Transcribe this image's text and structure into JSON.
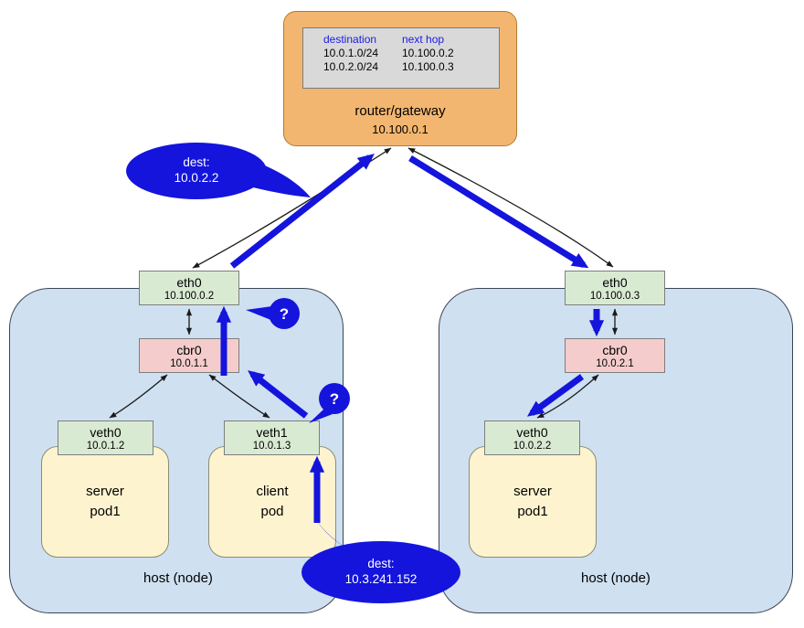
{
  "router": {
    "label": "router/gateway",
    "ip": "10.100.0.1",
    "table": {
      "col1_header": "destination",
      "col2_header": "next hop",
      "rows": [
        {
          "destination": "10.0.1.0/24",
          "next_hop": "10.100.0.2"
        },
        {
          "destination": "10.0.2.0/24",
          "next_hop": "10.100.0.3"
        }
      ]
    }
  },
  "left_host": {
    "label": "host (node)",
    "eth0": {
      "name": "eth0",
      "ip": "10.100.0.2"
    },
    "cbr0": {
      "name": "cbr0",
      "ip": "10.0.1.1"
    },
    "veth0": {
      "name": "veth0",
      "ip": "10.0.1.2"
    },
    "veth1": {
      "name": "veth1",
      "ip": "10.0.1.3"
    },
    "server_pod": {
      "line1": "server",
      "line2": "pod1"
    },
    "client_pod": {
      "line1": "client",
      "line2": "pod"
    }
  },
  "right_host": {
    "label": "host (node)",
    "eth0": {
      "name": "eth0",
      "ip": "10.100.0.3"
    },
    "cbr0": {
      "name": "cbr0",
      "ip": "10.0.2.1"
    },
    "veth0": {
      "name": "veth0",
      "ip": "10.0.2.2"
    },
    "server_pod": {
      "line1": "server",
      "line2": "pod1"
    }
  },
  "callouts": {
    "dest_top": {
      "label": "dest:",
      "value": "10.0.2.2"
    },
    "dest_bottom": {
      "label": "dest:",
      "value": "10.3.241.152"
    },
    "question_eth0": "?",
    "question_veth1": "?"
  },
  "colors": {
    "router_fill": "#f3b670",
    "host_fill": "#cfe0f1",
    "interface_fill": "#d9ead3",
    "bridge_fill": "#f4cccc",
    "pod_fill": "#fdf3cf",
    "table_fill": "#d9d9d9",
    "flow_blue": "#1414dd",
    "table_header_blue": "#1a1ae6"
  }
}
